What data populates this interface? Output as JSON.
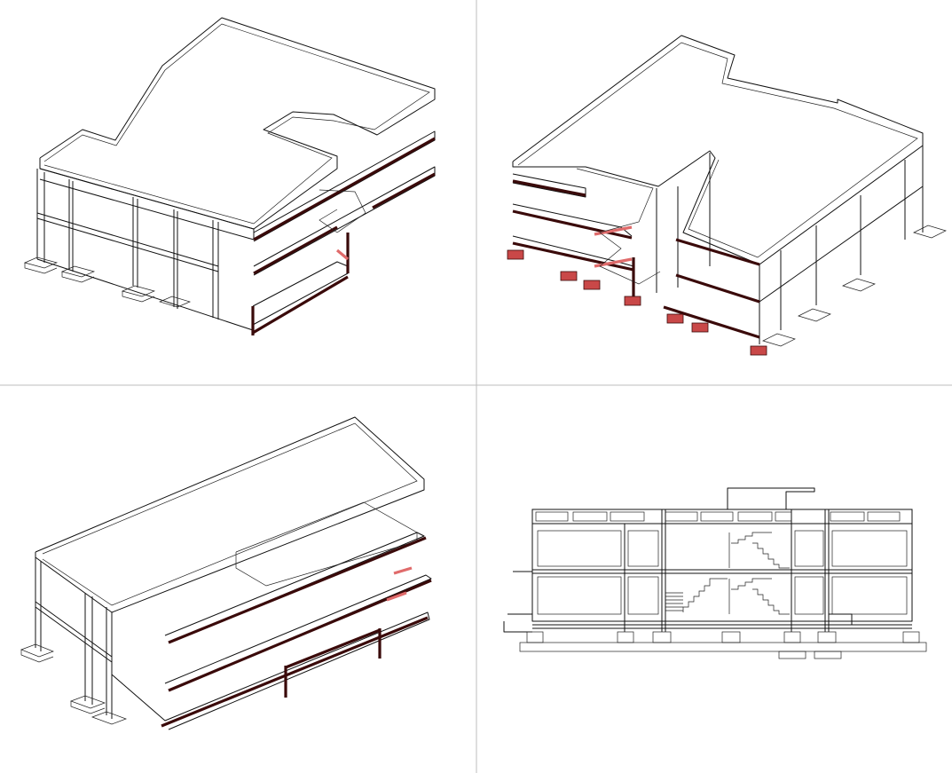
{
  "colors": {
    "line": "#111111",
    "cut_edge": "#3a0a0a",
    "stair_highlight": "#e06b6b",
    "divider": "#bdbdbd",
    "background": "#ffffff"
  },
  "panels": [
    {
      "name": "axonometric-view-top-left",
      "view": "exploded-axonometric"
    },
    {
      "name": "axonometric-view-top-right",
      "view": "exploded-axonometric"
    },
    {
      "name": "axonometric-view-bottom-left",
      "view": "exploded-axonometric"
    },
    {
      "name": "building-section-bottom-right",
      "view": "section"
    }
  ]
}
